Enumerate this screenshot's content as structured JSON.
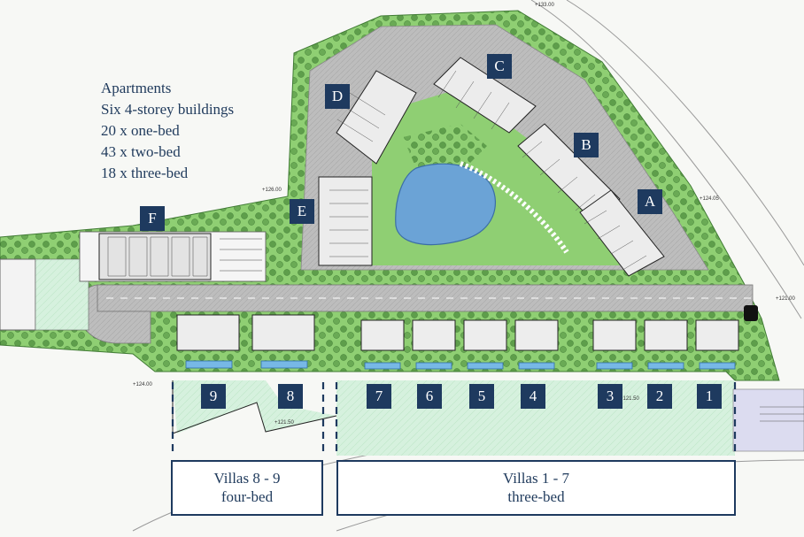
{
  "legend": {
    "title": "Apartments",
    "lines": [
      "Six 4-storey buildings",
      "20 x one-bed",
      "43 x two-bed",
      "18 x three-bed"
    ]
  },
  "apartment_blocks": [
    "A",
    "B",
    "C",
    "D",
    "E",
    "F"
  ],
  "villas": [
    "1",
    "2",
    "3",
    "4",
    "5",
    "6",
    "7",
    "8",
    "9"
  ],
  "villa_groups": [
    {
      "title": "Villas 8 - 9",
      "subtitle": "four-bed"
    },
    {
      "title": "Villas 1 - 7",
      "subtitle": "three-bed"
    }
  ],
  "elevations": [
    "+133.00",
    "+126.00",
    "+124.05",
    "+121.00",
    "+124.00",
    "+121.50",
    "+121.50"
  ],
  "colors": {
    "label_fill": "#1e3a5f",
    "label_text": "#ffffff",
    "legend_text": "#1f3a5c",
    "greenery": "#8fcf73",
    "paving": "#b9b9b9",
    "pond": "#6ba3d6"
  }
}
